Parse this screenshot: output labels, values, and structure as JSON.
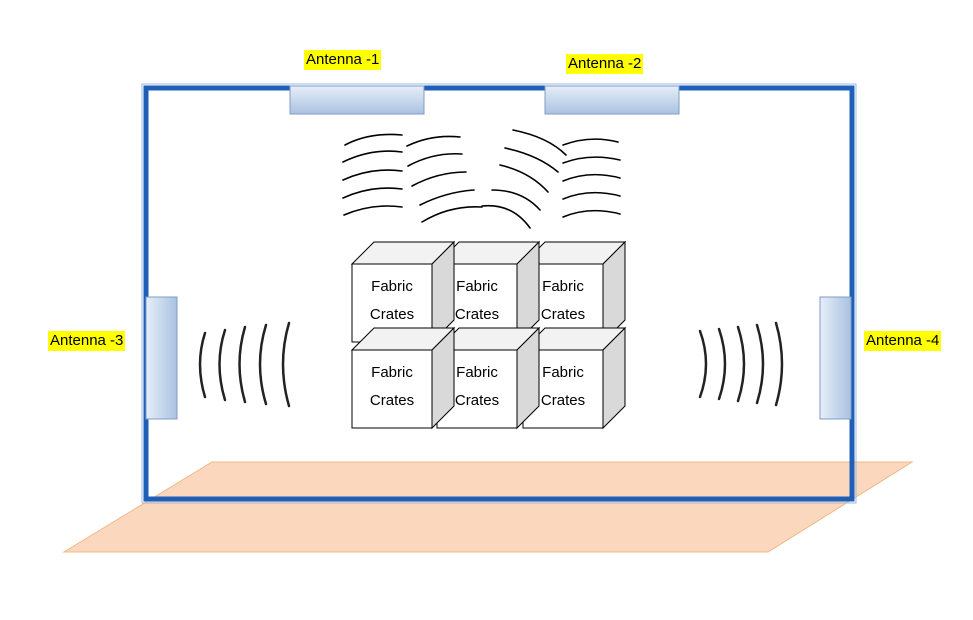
{
  "antennas": [
    {
      "id": "antenna-1",
      "label": "Antenna -1"
    },
    {
      "id": "antenna-2",
      "label": "Antenna -2"
    },
    {
      "id": "antenna-3",
      "label": "Antenna -3"
    },
    {
      "id": "antenna-4",
      "label": "Antenna -4"
    }
  ],
  "crates": {
    "line1": "Fabric",
    "line2": "Crates",
    "count": 6
  },
  "colors": {
    "room_border": "#1f5fb8",
    "antenna_fill": "#c9d9ef",
    "floor_fill": "#fbd8bd",
    "floor_stroke": "#f0b88a",
    "label_highlight": "#ffff00",
    "crate_side": "#d9d9d9",
    "crate_top": "#f2f2f2"
  }
}
